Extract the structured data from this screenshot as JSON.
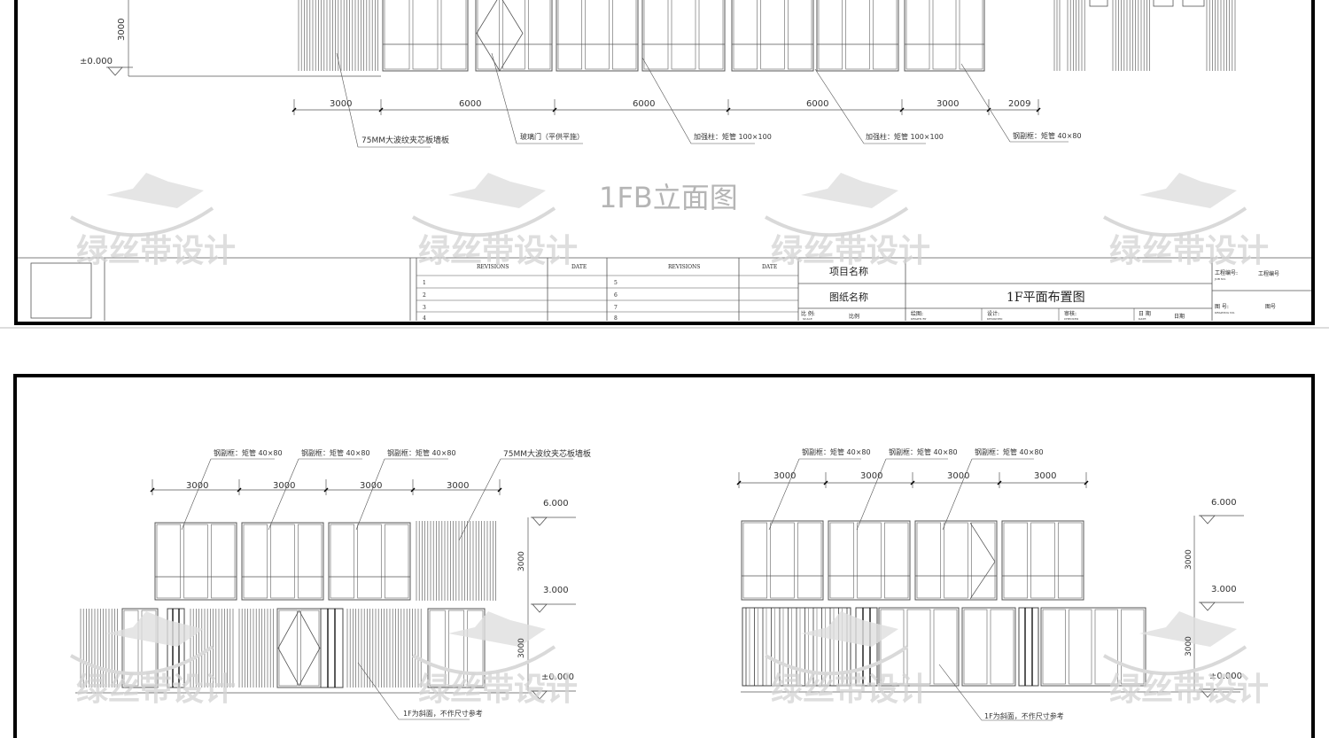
{
  "top_sheet": {
    "title": "1FB立面图",
    "level_zero": "±0.000",
    "height_dim": "3000",
    "dimensions": [
      "3000",
      "6000",
      "6000",
      "6000",
      "3000",
      "2009"
    ],
    "leaders": [
      "75MM大波纹夹芯板墙板",
      "玻璃门（平供平施）",
      "加强柱：矩管 100×100",
      "加强柱：矩管 100×100",
      "钢副框：矩管 40×80"
    ]
  },
  "title_block": {
    "revisions_header": [
      "REVISIONS",
      "DATE",
      "REVISIONS",
      "DATE"
    ],
    "revision_numbers_left": [
      "1",
      "2",
      "3",
      "4"
    ],
    "revision_numbers_right": [
      "5",
      "6",
      "7",
      "8"
    ],
    "project_name_label": "项目名称",
    "drawing_name_label": "图纸名称",
    "drawing_name": "1F平面布置图",
    "job_no_label": "工程编号:",
    "job_no_label_en": "JOB NO.",
    "job_no_value": "工程编号",
    "drawing_no_label": "图 号:",
    "drawing_no_label_en": "DRAWING NO.",
    "drawing_no_value": "图号",
    "scale_label": "比 例:",
    "scale_label_en": "SCALE",
    "scale_value": "比例",
    "drawn_label": "绘图:",
    "drawn_label_en": "DRAWN BY",
    "design_label": "设计:",
    "design_label_en": "DESIGNED",
    "check_label": "审核:",
    "check_label_en": "CHECKED",
    "date_label": "日 期",
    "date_label_en": "DATE",
    "date_value": "日期"
  },
  "bottom_left": {
    "dimensions": [
      "3000",
      "3000",
      "3000",
      "3000"
    ],
    "leaders": [
      "钢副框：矩管  40×80",
      "钢副框：矩管  40×80",
      "钢副框：矩管  40×80",
      "75MM大波纹夹芯板墙板"
    ],
    "levels": [
      "6.000",
      "3.000",
      "±0.000"
    ],
    "height_dims": [
      "3000",
      "3000"
    ],
    "note": "1F为斜面，不作尺寸参考"
  },
  "bottom_right": {
    "dimensions": [
      "3000",
      "3000",
      "3000",
      "3000"
    ],
    "leaders": [
      "钢副框：矩管  40×80",
      "钢副框：矩管  40×80",
      "钢副框：矩管  40×80"
    ],
    "levels": [
      "6.000",
      "3.000",
      "±0.000"
    ],
    "height_dims": [
      "3000",
      "3000"
    ],
    "note": "1F为斜面，不作尺寸参考"
  },
  "watermark": {
    "text": "绿丝带设计"
  },
  "colors": {
    "frame": "#000000",
    "line": "#444444",
    "watermark": "#d4d4d4"
  }
}
